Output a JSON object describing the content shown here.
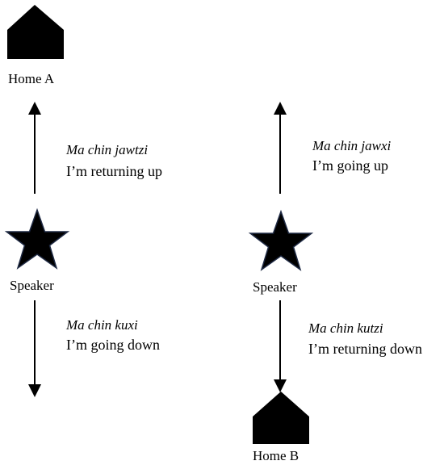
{
  "left": {
    "home_label": "Home A",
    "speaker_label": "Speaker",
    "up_phrase": "Ma chin jawtzi",
    "up_gloss": "I’m returning up",
    "down_phrase": "Ma chin kuxi",
    "down_gloss": "I’m going down"
  },
  "right": {
    "home_label": "Home B",
    "speaker_label": "Speaker",
    "up_phrase": "Ma chin jawxi",
    "up_gloss": "I’m going up",
    "down_phrase": "Ma chin kutzi",
    "down_gloss": "I’m returning down"
  },
  "colors": {
    "shape_fill": "#000000",
    "star_stroke": "#1f2a44"
  },
  "icons": {
    "home": "house-icon",
    "speaker": "star-icon"
  }
}
